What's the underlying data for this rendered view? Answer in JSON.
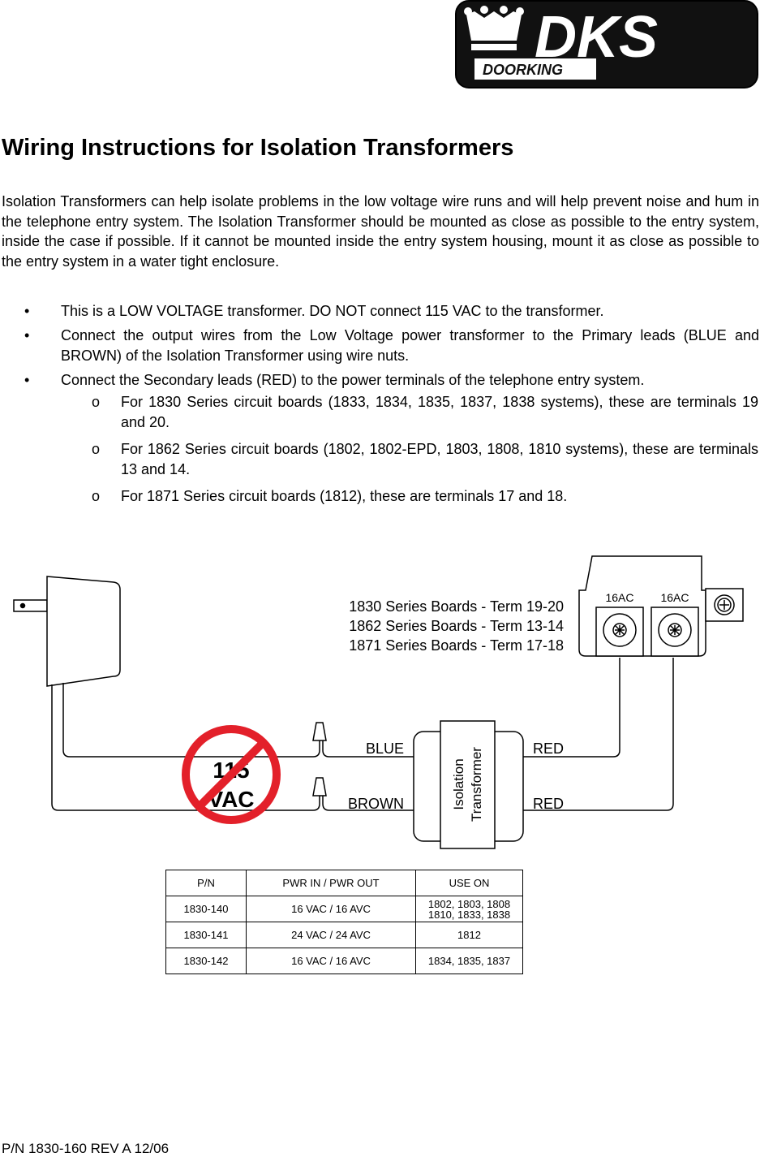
{
  "logo": {
    "brand": "DKS",
    "name": "DOORKING"
  },
  "title": "Wiring Instructions for Isolation Transformers",
  "intro": "Isolation Transformers can help isolate problems in the low voltage wire runs and will help prevent noise and hum in the telephone entry system.  The Isolation Transformer should be mounted as close as possible to the entry system, inside the case if possible.  If it cannot be mounted inside the entry system housing, mount it as close as possible to the entry system in a water tight enclosure.",
  "bullets": [
    {
      "text": "This is a LOW VOLTAGE transformer.  DO NOT connect 115 VAC to the transformer."
    },
    {
      "text": "Connect the output wires from the Low Voltage power transformer to the Primary leads (BLUE and BROWN) of the Isolation Transformer using wire nuts."
    },
    {
      "text": "Connect the Secondary leads (RED) to the power terminals of the telephone entry system.",
      "subs": [
        "For 1830 Series circuit boards (1833, 1834, 1835, 1837, 1838 systems), these are terminals 19 and 20.",
        "For 1862 Series circuit boards (1802, 1802-EPD, 1803, 1808, 1810 systems), these are terminals 13 and 14.",
        "For 1871 Series circuit boards (1812), these are terminals 17 and 18."
      ]
    }
  ],
  "diagram": {
    "board_notes": [
      "1830 Series Boards - Term 19-20",
      "1862 Series Boards - Term 13-14",
      "1871 Series Boards - Term 17-18"
    ],
    "terminal_labels": [
      "16AC",
      "16AC"
    ],
    "transformer_label": [
      "Isolation",
      "Transformer"
    ],
    "wires": {
      "blue": "BLUE",
      "brown": "BROWN",
      "red_top": "RED",
      "red_bottom": "RED"
    },
    "warning": [
      "115",
      "VAC"
    ],
    "colors": {
      "prohibited": "#e3202a"
    }
  },
  "table": {
    "headers": [
      "P/N",
      "PWR IN / PWR OUT",
      "USE ON"
    ],
    "rows": [
      [
        "1830-140",
        "16 VAC / 16 AVC",
        "1802, 1803, 1808",
        "1810, 1833, 1838"
      ],
      [
        "1830-141",
        "24 VAC / 24 AVC",
        "1812",
        ""
      ],
      [
        "1830-142",
        "16 VAC / 16 AVC",
        "1834, 1835, 1837",
        ""
      ]
    ]
  },
  "footer": "P/N 1830-160 REV A 12/06"
}
